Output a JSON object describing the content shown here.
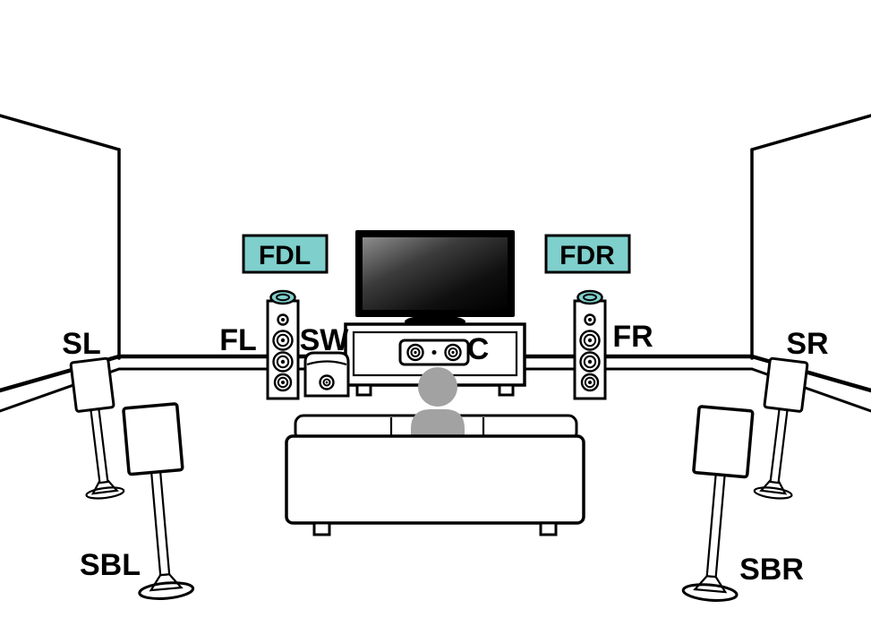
{
  "diagram": {
    "labels": {
      "front_dolby_left": "FDL",
      "front_dolby_right": "FDR",
      "front_left": "FL",
      "front_right": "FR",
      "subwoofer": "SW",
      "center": "C",
      "surround_left": "SL",
      "surround_right": "SR",
      "surround_back_left": "SBL",
      "surround_back_right": "SBR"
    },
    "colors": {
      "highlight": "#7FCFCC",
      "line": "#000000",
      "person": "#A2A2A2",
      "background": "#FFFFFF"
    }
  }
}
